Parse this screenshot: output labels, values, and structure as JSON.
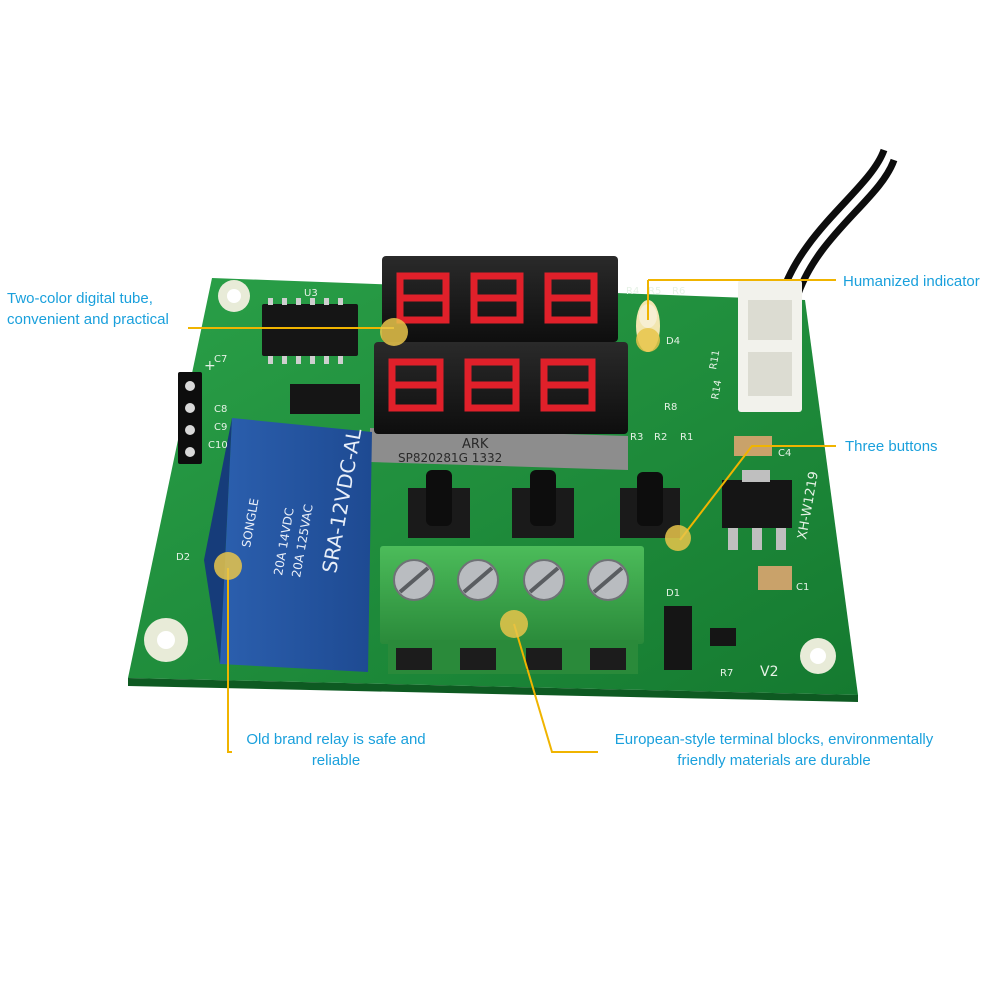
{
  "colors": {
    "accent_text": "#1aa0dc",
    "leader_line": "#f0b400",
    "marker_dot": "#e8c44a",
    "pcb_green": "#1f8a3c",
    "display_red": "#e0202a",
    "terminal_green": "#3aa64a"
  },
  "callouts": {
    "digital_tube": {
      "line1": "Two-color digital tube,",
      "line2": "convenient and practical"
    },
    "indicator": {
      "line1": "Humanized indicator"
    },
    "buttons": {
      "line1": "Three buttons"
    },
    "relay": {
      "line1": "Old brand relay is safe and",
      "line2": "reliable"
    },
    "terminals": {
      "line1": "European-style terminal blocks, environmentally",
      "line2": "friendly materials are durable"
    }
  },
  "board": {
    "model_label": "XH-W1219",
    "version_label": "V2",
    "display_vendor": "ARK",
    "display_part": "SP820281G 1332",
    "relay_brand": "SONGLE",
    "relay_model": "SRA-12VDC-AL",
    "relay_rating_1": "20A 14VDC",
    "relay_rating_2": "20A 125VAC",
    "silkscreen": {
      "u3": "U3",
      "c7": "C7",
      "c8": "C8",
      "c9": "C9",
      "c10": "C10",
      "plus": "+",
      "d2": "D2",
      "d1": "D1",
      "d4": "D4",
      "r4": "R4",
      "r5": "R5",
      "r6": "R6",
      "r3": "R3",
      "r2": "R2",
      "r1": "R1",
      "r8": "R8",
      "r7": "R7",
      "c4": "C4",
      "c1": "C1",
      "r11": "R11",
      "r14": "R14"
    }
  }
}
